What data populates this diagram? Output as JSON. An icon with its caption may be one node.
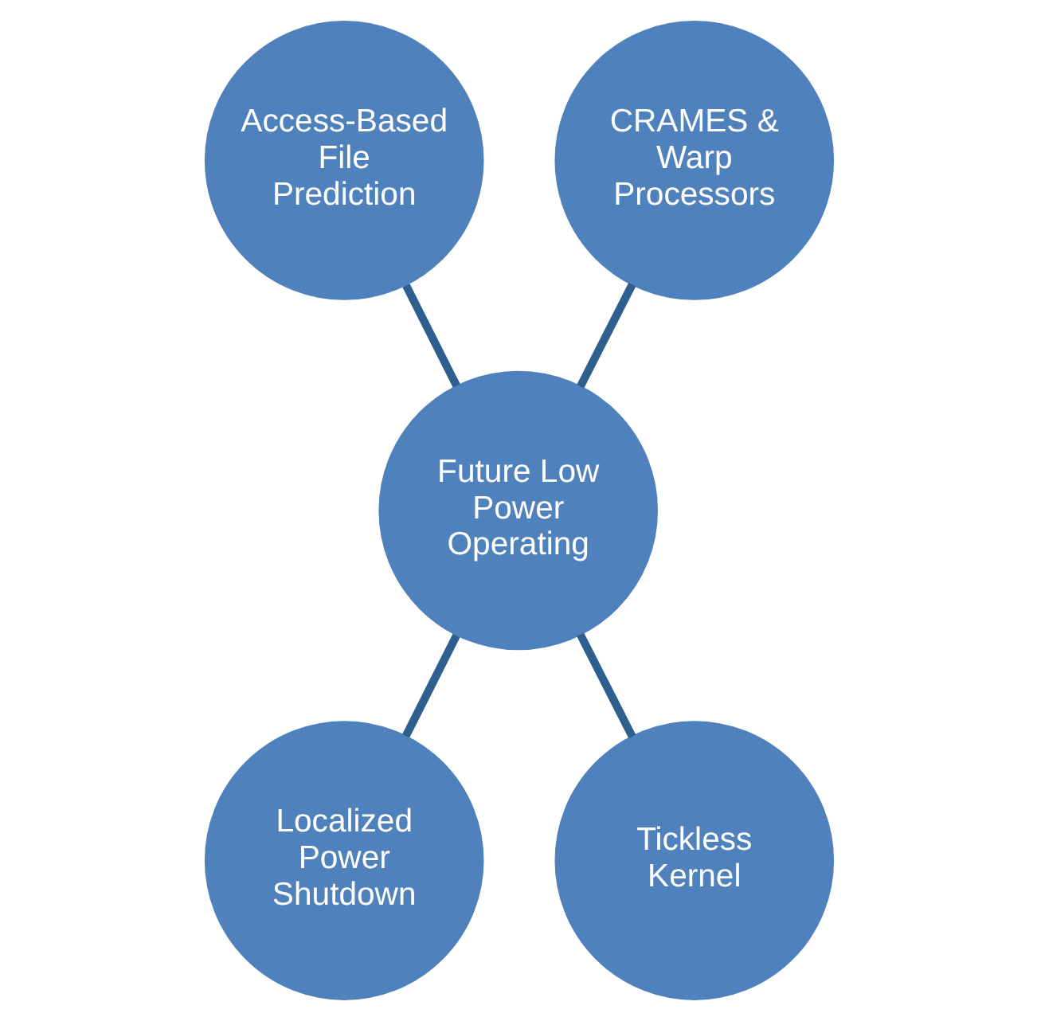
{
  "diagram": {
    "nodes": [
      {
        "text": [
          "Access-Based File Prediction"
        ]
      },
      {
        "text": [
          "CRAMES & Warp Processors"
        ]
      },
      {
        "text": [
          "Future Low Power Operating"
        ]
      },
      {
        "text": [
          "Localized Power Shutdown"
        ]
      },
      {
        "text": [
          "Tickless Kernel"
        ]
      }
    ],
    "edges": [
      {
        "from": 0,
        "to": 2,
        "arrow": "none"
      },
      {
        "from": 1,
        "to": 2,
        "arrow": "none"
      },
      {
        "from": 2,
        "to": 3,
        "arrow": "none"
      },
      {
        "from": 2,
        "to": 4,
        "arrow": "none"
      }
    ]
  }
}
